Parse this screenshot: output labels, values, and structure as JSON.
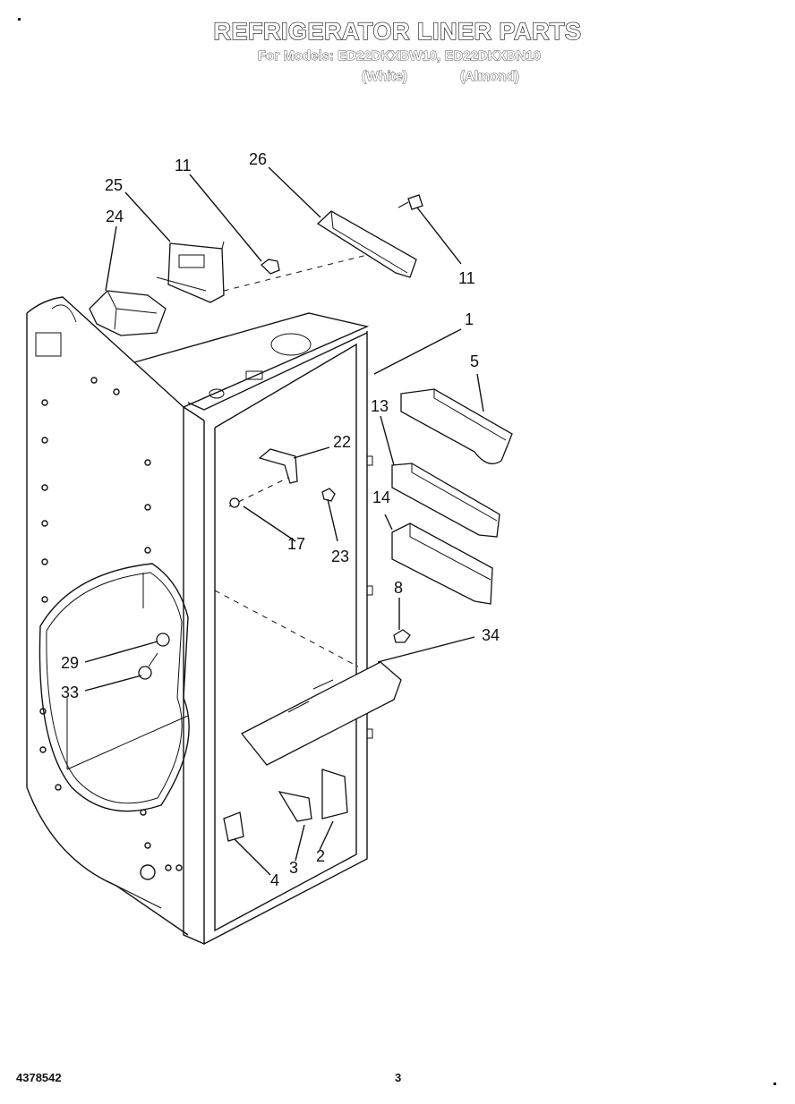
{
  "header": {
    "title": "REFRIGERATOR LINER PARTS",
    "models_line": "For Models: ED22DKXBW10, ED22DKXBN10",
    "variant_white": "(White)",
    "variant_almond": "(Almond)"
  },
  "footer": {
    "doc_number": "4378542",
    "page_number": "3"
  },
  "callouts": [
    "11",
    "26",
    "25",
    "24",
    "11",
    "1",
    "5",
    "13",
    "22",
    "17",
    "23",
    "14",
    "8",
    "34",
    "29",
    "33",
    "4",
    "3",
    "2"
  ],
  "parts": {
    "liner": "1",
    "crisper_cover_support_a": "2",
    "crisper_cover_support_b": "3",
    "crisper_support": "4",
    "shelf_track_cover": "5",
    "screw_8": "8",
    "screw_11": "11",
    "track_13": "13",
    "track_14": "14",
    "fastener_17": "17",
    "bracket_22": "22",
    "screw_23": "23",
    "control_housing": "24",
    "bracket_25": "25",
    "rail_26": "26",
    "light_socket": "29",
    "light_bulb": "33",
    "shelf_support_34": "34"
  }
}
